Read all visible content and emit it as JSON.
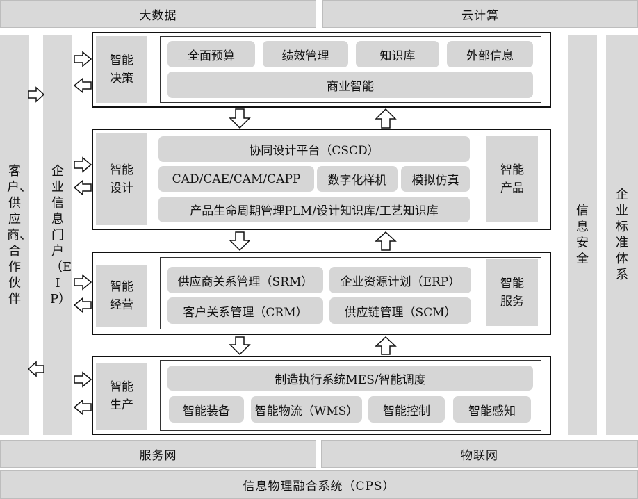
{
  "top": {
    "big_data": "大数据",
    "cloud": "云计算"
  },
  "bottom": {
    "service_net": "服务网",
    "iot": "物联网",
    "cps": "信息物理融合系统（CPS）"
  },
  "left": {
    "partners": "客户、供应商、合作伙伴",
    "eip": "企业信息门户（EIP）"
  },
  "right": {
    "security": "信息安全",
    "standards": "企业标准体系"
  },
  "layers": {
    "decision": {
      "label": "智能决策",
      "items": [
        "全面预算",
        "绩效管理",
        "知识库",
        "外部信息"
      ],
      "bi": "商业智能"
    },
    "design": {
      "label": "智能设计",
      "cscd": "协同设计平台（CSCD）",
      "cad": "CAD/CAE/CAM/CAPP",
      "proto": "数字化样机",
      "sim": "模拟仿真",
      "plm": "产品生命周期管理PLM/设计知识库/工艺知识库",
      "product": "智能产品"
    },
    "operation": {
      "label": "智能经营",
      "srm": "供应商关系管理（SRM）",
      "erp": "企业资源计划（ERP）",
      "crm": "客户关系管理（CRM）",
      "scm": "供应链管理（SCM）",
      "service": "智能服务"
    },
    "production": {
      "label": "智能生产",
      "mes": "制造执行系统MES/智能调度",
      "items": [
        "智能装备",
        "智能物流（WMS）",
        "智能控制",
        "智能感知"
      ]
    }
  }
}
